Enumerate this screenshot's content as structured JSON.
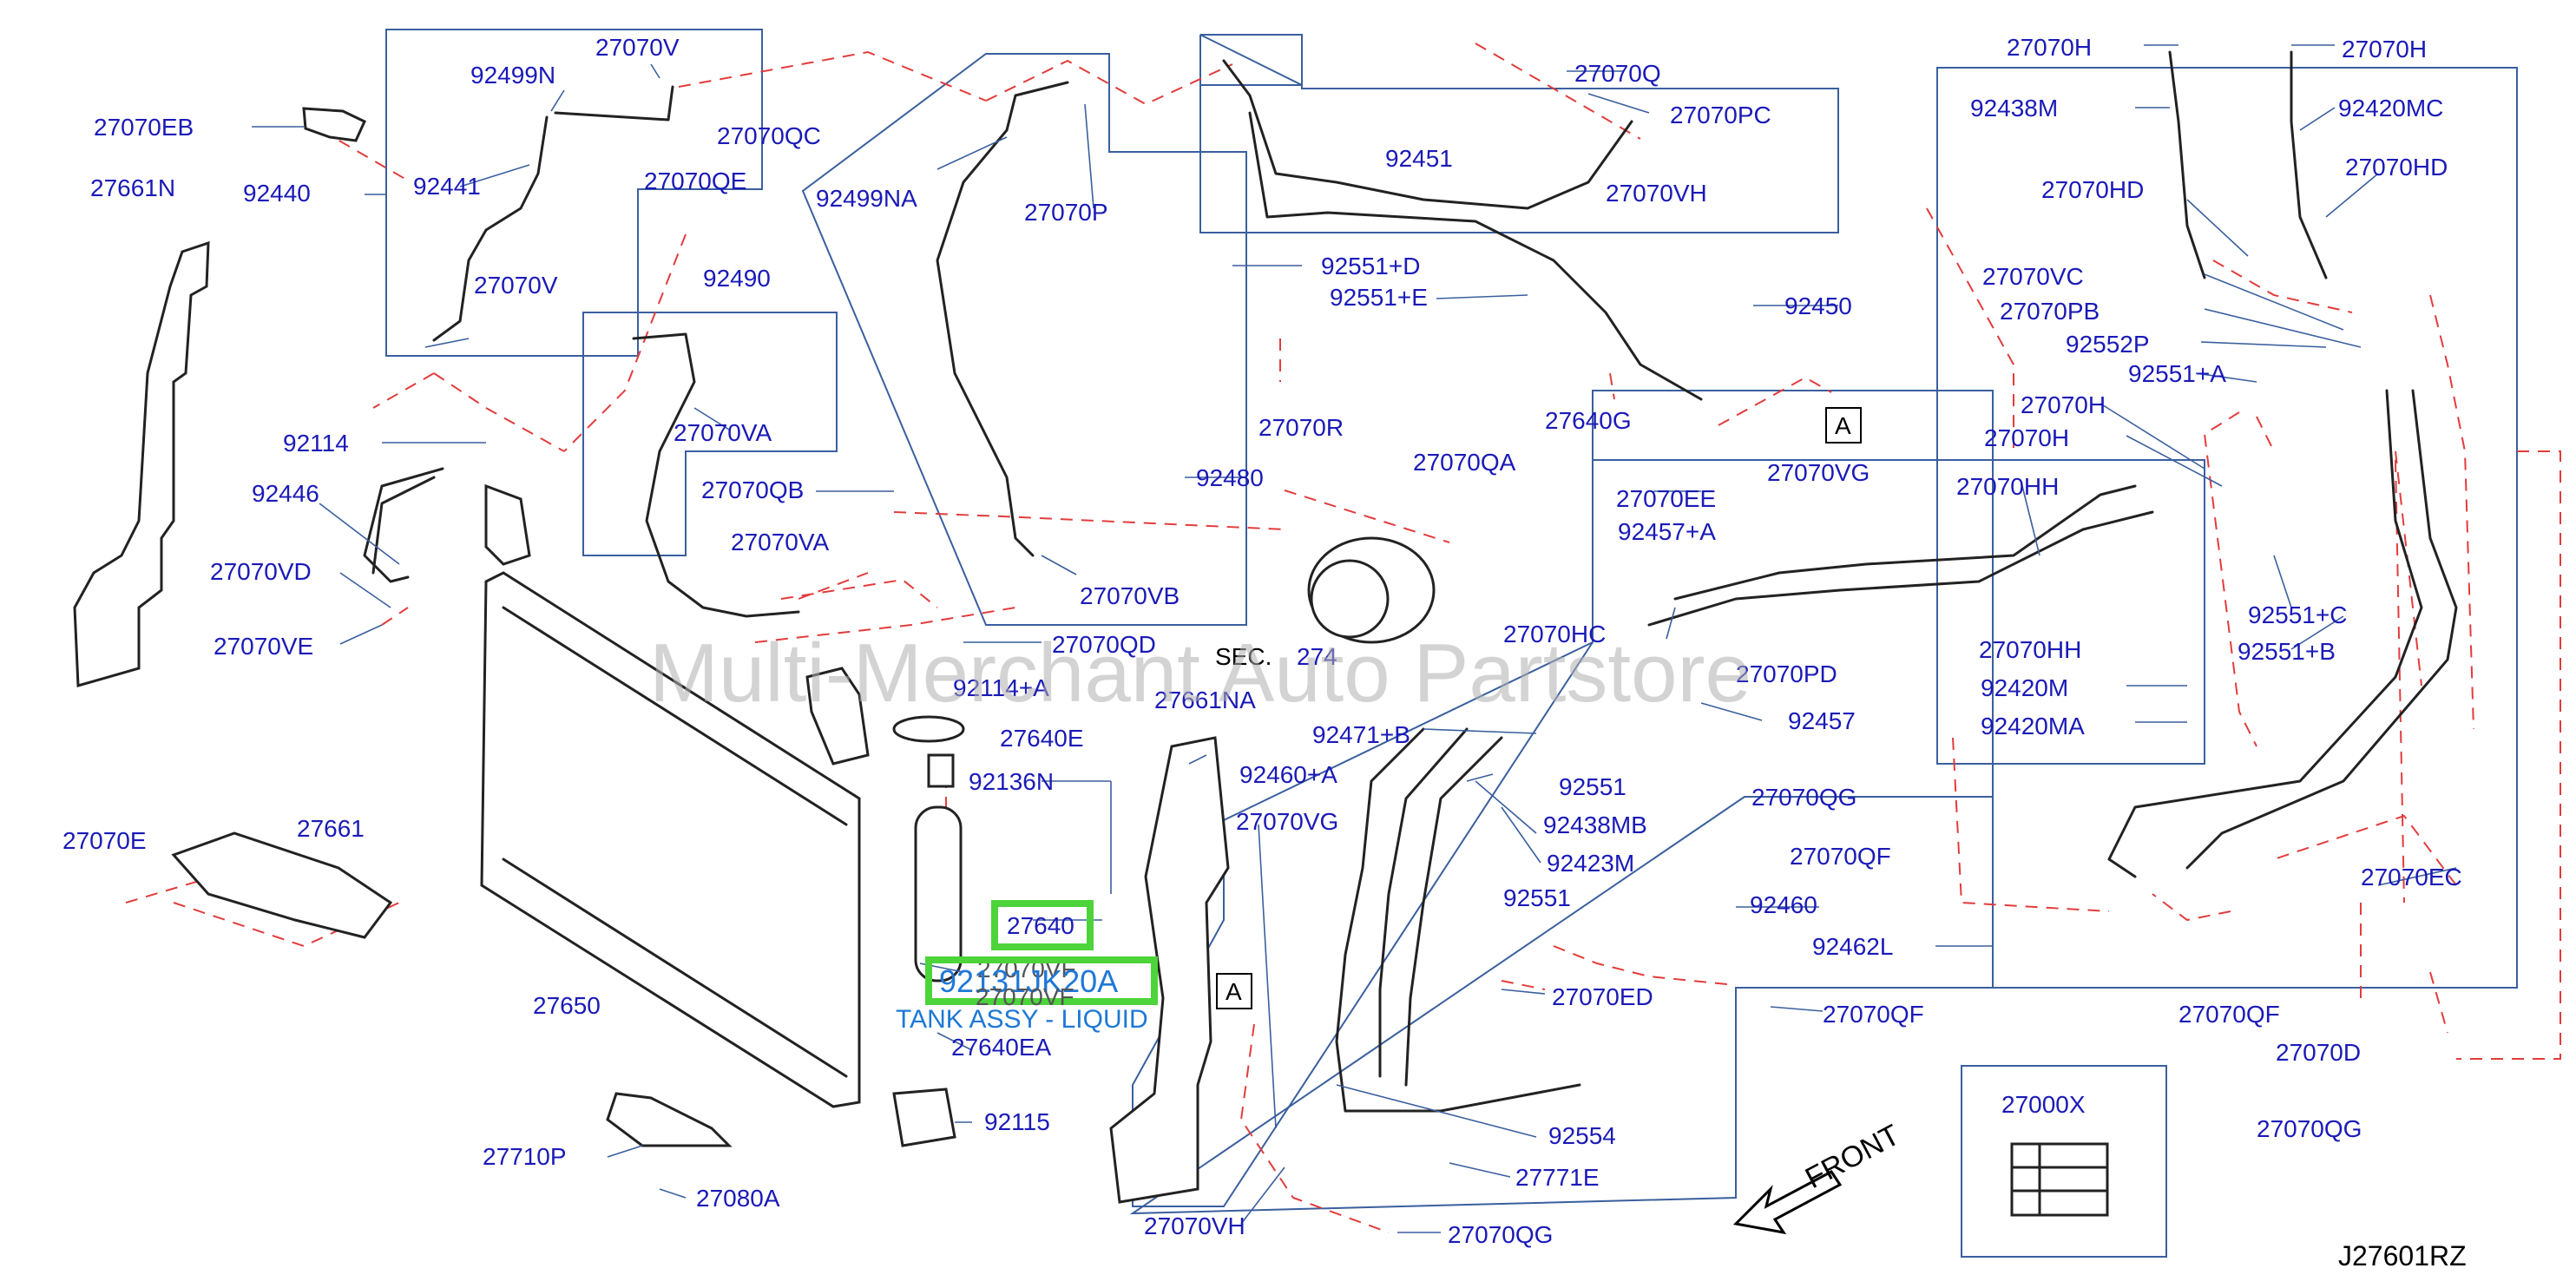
{
  "labels": {
    "l_27070eb": "27070EB",
    "l_27661n": "27661N",
    "l_92440": "92440",
    "l_92499n": "92499N",
    "l_27070v_top": "27070V",
    "l_92441": "92441",
    "l_27070v_low": "27070V",
    "l_27070qc": "27070QC",
    "l_27070qe": "27070QE",
    "l_92499na": "92499NA",
    "l_27070p": "27070P",
    "l_92490": "92490",
    "l_27070va_a": "27070VA",
    "l_27070qb": "27070QB",
    "l_27070va_b": "27070VA",
    "l_92480": "92480",
    "l_27070vb": "27070VB",
    "l_27070qd": "27070QD",
    "l_92114": "92114",
    "l_92446": "92446",
    "l_27070vd": "27070VD",
    "l_27070ve": "27070VE",
    "l_27070q": "27070Q",
    "l_27070pc": "27070PC",
    "l_92451": "92451",
    "l_27070vh_top": "27070VH",
    "l_92551d": "92551+D",
    "l_92551e": "92551+E",
    "l_92450": "92450",
    "l_27070r": "27070R",
    "l_27070qa": "27070QA",
    "l_27640g": "27640G",
    "l_a_top": "A",
    "l_27070h_1": "27070H",
    "l_27070h_2": "27070H",
    "l_92438m": "92438M",
    "l_92420mc": "92420MC",
    "l_27070hd_1": "27070HD",
    "l_27070hd_2": "27070HD",
    "l_27070vc": "27070VC",
    "l_27070pb": "27070PB",
    "l_92552p": "92552P",
    "l_92551a": "92551+A",
    "l_27070h_3": "27070H",
    "l_27070h_4": "27070H",
    "l_27070hh_1": "27070HH",
    "l_27070hh_2": "27070HH",
    "l_92420m": "92420M",
    "l_92420ma": "92420MA",
    "l_92551c": "92551+C",
    "l_92551b": "92551+B",
    "l_27070ee": "27070EE",
    "l_92457a": "92457+A",
    "l_27070vg_1": "27070VG",
    "l_27070hc": "27070HC",
    "l_27070pd": "27070PD",
    "l_92457": "92457",
    "l_sec": "SEC.",
    "l_274": "274",
    "l_92114a": "92114+A",
    "l_27640e": "27640E",
    "l_92136n": "92136N",
    "l_27661na": "27661NA",
    "l_92471b": "92471+B",
    "l_92460a": "92460+A",
    "l_27070vg_2": "27070VG",
    "l_92551_1": "92551",
    "l_92438mb": "92438MB",
    "l_92423m": "92423M",
    "l_27070qg_1": "27070QG",
    "l_27070qf_1": "27070QF",
    "l_92460": "92460",
    "l_92462l": "92462L",
    "l_27070ec": "27070EC",
    "l_27070e": "27070E",
    "l_27661": "27661",
    "l_27650": "27650",
    "l_27640": "27640",
    "l_27070vf_1": "27070VF",
    "l_27070vf_2": "27070VF",
    "l_27640ea": "27640EA",
    "l_a_mid": "A",
    "l_92551_2": "92551",
    "l_27070ed": "27070ED",
    "l_27070qf_2": "27070QF",
    "l_27070qf_3": "27070QF",
    "l_27070d": "27070D",
    "l_27070qg_2": "27070QG",
    "l_27000x": "27000X",
    "l_92115": "92115",
    "l_27710p": "27710P",
    "l_27080a": "27080A",
    "l_92554": "92554",
    "l_27771e": "27771E",
    "l_27070vh_bot": "27070VH",
    "l_27070qg_3": "27070QG",
    "l_front": "FRONT",
    "l_code": "J27601RZ"
  },
  "highlight": {
    "part_number": "92131JK20A",
    "description": "TANK ASSY - LIQUID"
  },
  "watermark": "Multi-Merchant Auto Partstore",
  "colors": {
    "label": "#1a1ab8",
    "frame": "#3a5f9e",
    "dash": "#e23c3c",
    "highlight_box": "#4cd43a",
    "highlight_text": "#1e78d6"
  }
}
